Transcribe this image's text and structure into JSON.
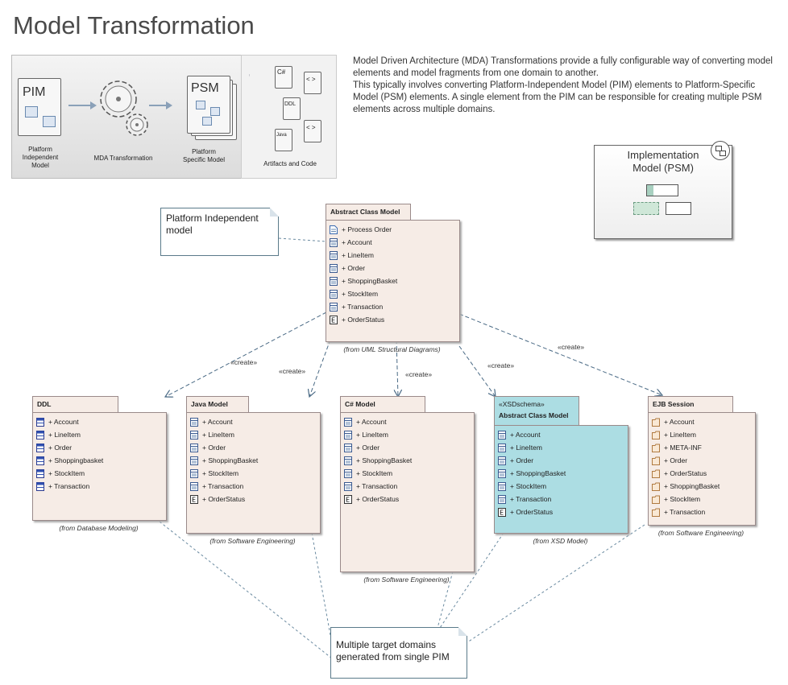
{
  "title": "Model Transformation",
  "banner": {
    "pim_label": "PIM",
    "pim_caption": "Platform Independent Model",
    "mda_caption": "MDA Transformation",
    "psm_label": "PSM",
    "psm_caption": "Platform Specific Model",
    "artifacts_caption": "Artifacts and Code",
    "icon_labels": {
      "csharp": "C#",
      "ddl": "DDL",
      "java": "Java",
      "xml1": "< >",
      "xml2": "< >"
    }
  },
  "description": [
    "Model Driven Architecture (MDA) Transformations provide a fully configurable way of converting model elements and model fragments from one domain to another.",
    "This typically involves converting Platform-Independent Model (PIM) elements to Platform-Specific Model (PSM) elements.  A single element from the PIM can be responsible for creating multiple PSM elements across multiple domains."
  ],
  "implementation_model": {
    "label": "Implementation Model (PSM)"
  },
  "notes": {
    "pim_note": "Platform Independent model",
    "targets_note": "Multiple target domains generated from single PIM"
  },
  "source_package": {
    "name": "Abstract Class Model",
    "items": [
      {
        "label": "+ Process Order",
        "icon": "document-icon"
      },
      {
        "label": "+ Account",
        "icon": "class-icon"
      },
      {
        "label": "+ LineItem",
        "icon": "class-icon"
      },
      {
        "label": "+ Order",
        "icon": "class-icon"
      },
      {
        "label": "+ ShoppingBasket",
        "icon": "class-icon"
      },
      {
        "label": "+ StockItem",
        "icon": "class-icon"
      },
      {
        "label": "+ Transaction",
        "icon": "class-icon"
      },
      {
        "label": "+ OrderStatus",
        "icon": "enum-icon"
      }
    ],
    "from": "(from UML Structural Diagrams)"
  },
  "create_label": "«create»",
  "targets": [
    {
      "name": "DDL",
      "items": [
        {
          "label": "+ Account",
          "icon": "table-icon"
        },
        {
          "label": "+ LineItem",
          "icon": "table-icon"
        },
        {
          "label": "+ Order",
          "icon": "table-icon"
        },
        {
          "label": "+ Shoppingbasket",
          "icon": "table-icon"
        },
        {
          "label": "+ StockItem",
          "icon": "table-icon"
        },
        {
          "label": "+ Transaction",
          "icon": "table-icon"
        }
      ],
      "from": "(from Database Modeling)"
    },
    {
      "name": "Java Model",
      "items": [
        {
          "label": "+ Account",
          "icon": "class-icon"
        },
        {
          "label": "+ LineItem",
          "icon": "class-icon"
        },
        {
          "label": "+ Order",
          "icon": "class-icon"
        },
        {
          "label": "+ ShoppingBasket",
          "icon": "class-icon"
        },
        {
          "label": "+ StockItem",
          "icon": "class-icon"
        },
        {
          "label": "+ Transaction",
          "icon": "class-icon"
        },
        {
          "label": "+ OrderStatus",
          "icon": "enum-icon"
        }
      ],
      "from": "(from Software Engineering)"
    },
    {
      "name": "C# Model",
      "items": [
        {
          "label": "+ Account",
          "icon": "class-icon"
        },
        {
          "label": "+ LineItem",
          "icon": "class-icon"
        },
        {
          "label": "+ Order",
          "icon": "class-icon"
        },
        {
          "label": "+ ShoppingBasket",
          "icon": "class-icon"
        },
        {
          "label": "+ StockItem",
          "icon": "class-icon"
        },
        {
          "label": "+ Transaction",
          "icon": "class-icon"
        },
        {
          "label": "+ OrderStatus",
          "icon": "enum-icon"
        }
      ],
      "from": "(from Software Engineering)"
    },
    {
      "stereotype": "«XSDschema»",
      "name": "Abstract Class Model",
      "items": [
        {
          "label": "+ Account",
          "icon": "class-icon"
        },
        {
          "label": "+ LineItem",
          "icon": "class-icon"
        },
        {
          "label": "+ Order",
          "icon": "class-icon"
        },
        {
          "label": "+ ShoppingBasket",
          "icon": "class-icon"
        },
        {
          "label": "+ StockItem",
          "icon": "class-icon"
        },
        {
          "label": "+ Transaction",
          "icon": "class-icon"
        },
        {
          "label": "+ OrderStatus",
          "icon": "enum-icon"
        }
      ],
      "from": "(from XSD Model)"
    },
    {
      "name": "EJB Session",
      "items": [
        {
          "label": "+ Account",
          "icon": "folder-icon"
        },
        {
          "label": "+ LineItem",
          "icon": "folder-icon"
        },
        {
          "label": "+ META-INF",
          "icon": "folder-icon"
        },
        {
          "label": "+ Order",
          "icon": "folder-icon"
        },
        {
          "label": "+ OrderStatus",
          "icon": "folder-icon"
        },
        {
          "label": "+ ShoppingBasket",
          "icon": "folder-icon"
        },
        {
          "label": "+ StockItem",
          "icon": "folder-icon"
        },
        {
          "label": "+ Transaction",
          "icon": "folder-icon"
        }
      ],
      "from": "(from Software Engineering)"
    }
  ],
  "colors": {
    "package_fill": "#f6ece6",
    "xsd_fill": "#acdde3",
    "line": "#5a7a90"
  }
}
